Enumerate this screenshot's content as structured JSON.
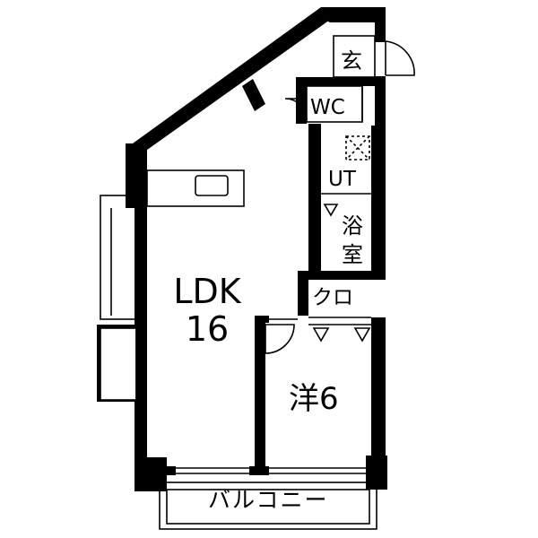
{
  "rooms": {
    "entrance": "玄",
    "wc": "WC",
    "utility": "UT",
    "bath": "浴室",
    "closet": "クロ",
    "ldk": "LDK",
    "ldk_size": "16",
    "western": "洋6",
    "balcony": "バルコニー"
  },
  "colors": {
    "wall": "#000000",
    "line": "#000000",
    "background": "#ffffff"
  }
}
